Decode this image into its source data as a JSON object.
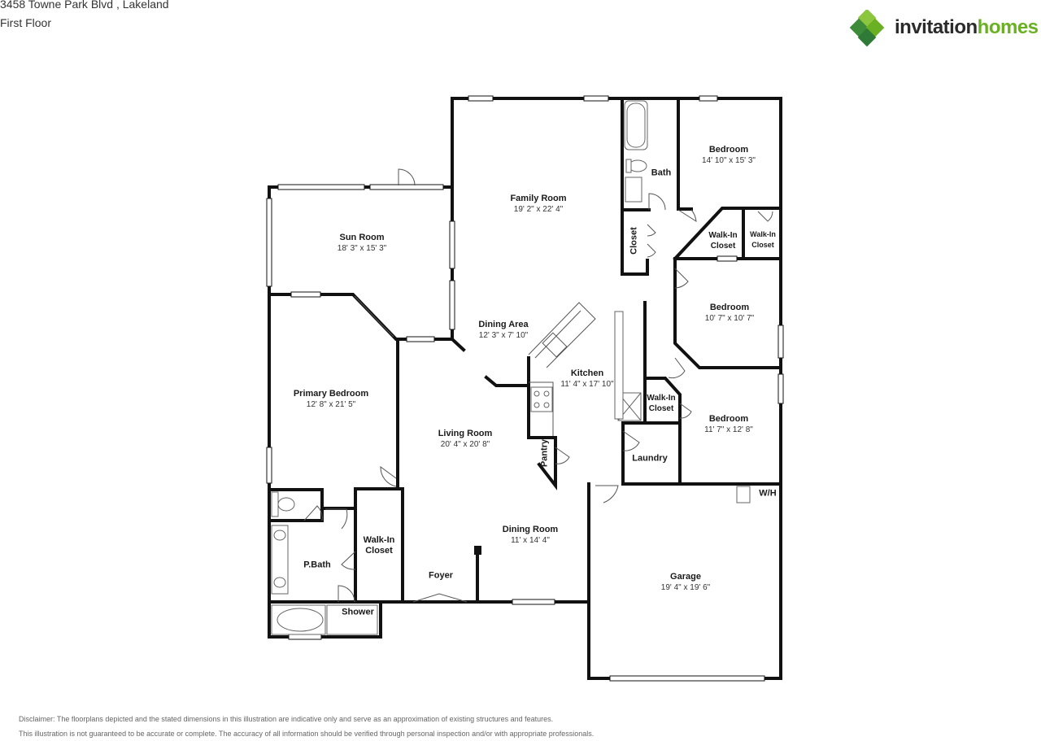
{
  "header": {
    "address": "3458 Towne Park Blvd , Lakeland",
    "floor": "First Floor"
  },
  "logo": {
    "word_1": "invitation",
    "word_2": "homes",
    "colors": {
      "dark": "#2b2b2b",
      "green": "#6ab023",
      "mark_dark": "#3e8b3a",
      "mark_light": "#8cc63f"
    }
  },
  "rooms": {
    "sun_room": {
      "name": "Sun Room",
      "dims": "18' 3\" x 15' 3\""
    },
    "family_room": {
      "name": "Family Room",
      "dims": "19' 2\" x 22' 4\""
    },
    "bath": {
      "name": "Bath"
    },
    "bedroom_1": {
      "name": "Bedroom",
      "dims": "14' 10\" x 15' 3\""
    },
    "closet": {
      "name": "Closet"
    },
    "walkin_1": {
      "name": "Walk-In Closet"
    },
    "walkin_2": {
      "name": "Walk-In Closet"
    },
    "bedroom_2": {
      "name": "Bedroom",
      "dims": "10' 7\" x 10' 7\""
    },
    "dining_area": {
      "name": "Dining Area",
      "dims": "12' 3\" x 7' 10\""
    },
    "primary_bedroom": {
      "name": "Primary Bedroom",
      "dims": "12' 8\" x 21' 5\""
    },
    "kitchen": {
      "name": "Kitchen",
      "dims": "11' 4\" x 17' 10\""
    },
    "walkin_3": {
      "name": "Walk-In Closet"
    },
    "bedroom_3": {
      "name": "Bedroom",
      "dims": "11' 7\" x 12' 8\""
    },
    "living_room": {
      "name": "Living Room",
      "dims": "20' 4\" x 20' 8\""
    },
    "pantry": {
      "name": "Pantry"
    },
    "laundry": {
      "name": "Laundry"
    },
    "wh": {
      "name": "W/H"
    },
    "dining_room": {
      "name": "Dining Room",
      "dims": "11' x 14' 4\""
    },
    "walkin_4": {
      "name": "Walk-In Closet"
    },
    "p_bath": {
      "name": "P.Bath"
    },
    "foyer": {
      "name": "Foyer"
    },
    "garage": {
      "name": "Garage",
      "dims": "19' 4\" x 19' 6\""
    },
    "shower": {
      "name": "Shower"
    }
  },
  "disclaimer": {
    "line_1": "Disclaimer: The floorplans depicted and the stated dimensions in this illustration are indicative only and serve as an approximation of existing structures and features.",
    "line_2": "This illustration is not guaranteed to be accurate or complete. The accuracy of all information should be verified through personal inspection and/or with appropriate professionals."
  }
}
